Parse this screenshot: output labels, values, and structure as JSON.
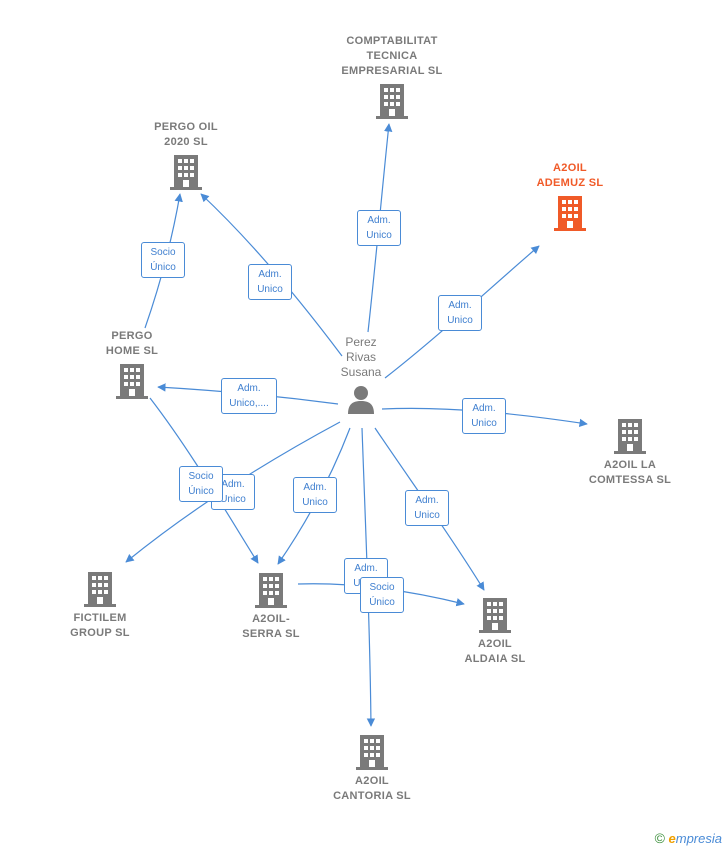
{
  "colors": {
    "edge": "#4a8bd6",
    "node": "#7a7a7a",
    "main": "#f05a28"
  },
  "person": {
    "label": "Perez\nRivas\nSusana",
    "icon": "person-icon"
  },
  "companies": [
    {
      "id": "comptabilitat",
      "label": "COMPTABILITAT\nTECNICA\nEMPRESARIAL SL",
      "main": false
    },
    {
      "id": "pergo_oil",
      "label": "PERGO OIL\n2020 SL",
      "main": false
    },
    {
      "id": "a2oil_ademuz",
      "label": "A2OIL\nADEMUZ SL",
      "main": true
    },
    {
      "id": "pergo_home",
      "label": "PERGO\nHOME SL",
      "main": false
    },
    {
      "id": "a2oil_comtessa",
      "label": "A2OIL LA\nCOMTESSA SL",
      "main": false
    },
    {
      "id": "fictilem",
      "label": "FICTILEM\nGROUP SL",
      "main": false
    },
    {
      "id": "a2oil_serra",
      "label": "A2OIL-\nSERRA SL",
      "main": false
    },
    {
      "id": "a2oil_aldaia",
      "label": "A2OIL\nALDAIA SL",
      "main": false
    },
    {
      "id": "a2oil_cantoria",
      "label": "A2OIL\nCANTORIA SL",
      "main": false
    }
  ],
  "edge_labels": [
    "Adm.\nUnico",
    "Socio\nÚnico",
    "Adm.\nUnico",
    "Adm.\nUnico",
    "Adm.\nUnico,....",
    "Adm.\nUnico",
    "Adm.\nUnico",
    "Socio\nÚnico",
    "Adm.\nUnico",
    "Adm.\nUnico",
    "Adm.\nUnico",
    "Socio\nÚnico"
  ],
  "brand": {
    "copyright": "©",
    "e": "e",
    "rest": "mpresia"
  }
}
